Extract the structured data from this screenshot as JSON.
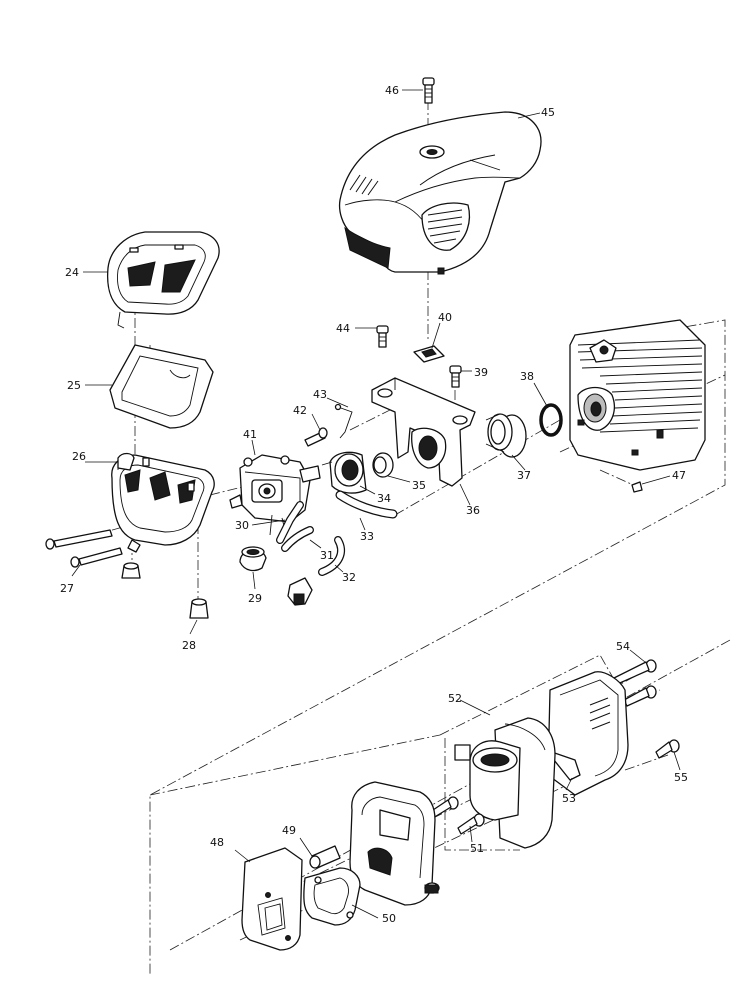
{
  "callouts": [
    {
      "id": "24",
      "label": "24"
    },
    {
      "id": "25",
      "label": "25"
    },
    {
      "id": "26",
      "label": "26"
    },
    {
      "id": "27",
      "label": "27"
    },
    {
      "id": "28",
      "label": "28"
    },
    {
      "id": "29",
      "label": "29"
    },
    {
      "id": "30",
      "label": "30"
    },
    {
      "id": "31",
      "label": "31"
    },
    {
      "id": "32",
      "label": "32"
    },
    {
      "id": "33",
      "label": "33"
    },
    {
      "id": "34",
      "label": "34"
    },
    {
      "id": "35",
      "label": "35"
    },
    {
      "id": "36",
      "label": "36"
    },
    {
      "id": "37",
      "label": "37"
    },
    {
      "id": "38",
      "label": "38"
    },
    {
      "id": "39",
      "label": "39"
    },
    {
      "id": "40",
      "label": "40"
    },
    {
      "id": "41",
      "label": "41"
    },
    {
      "id": "42",
      "label": "42"
    },
    {
      "id": "43",
      "label": "43"
    },
    {
      "id": "44",
      "label": "44"
    },
    {
      "id": "45",
      "label": "45"
    },
    {
      "id": "46",
      "label": "46"
    },
    {
      "id": "47",
      "label": "47"
    },
    {
      "id": "48",
      "label": "48"
    },
    {
      "id": "49",
      "label": "49"
    },
    {
      "id": "50",
      "label": "50"
    },
    {
      "id": "51",
      "label": "51"
    },
    {
      "id": "52",
      "label": "52"
    },
    {
      "id": "53",
      "label": "53"
    },
    {
      "id": "54",
      "label": "54"
    },
    {
      "id": "55",
      "label": "55"
    }
  ]
}
